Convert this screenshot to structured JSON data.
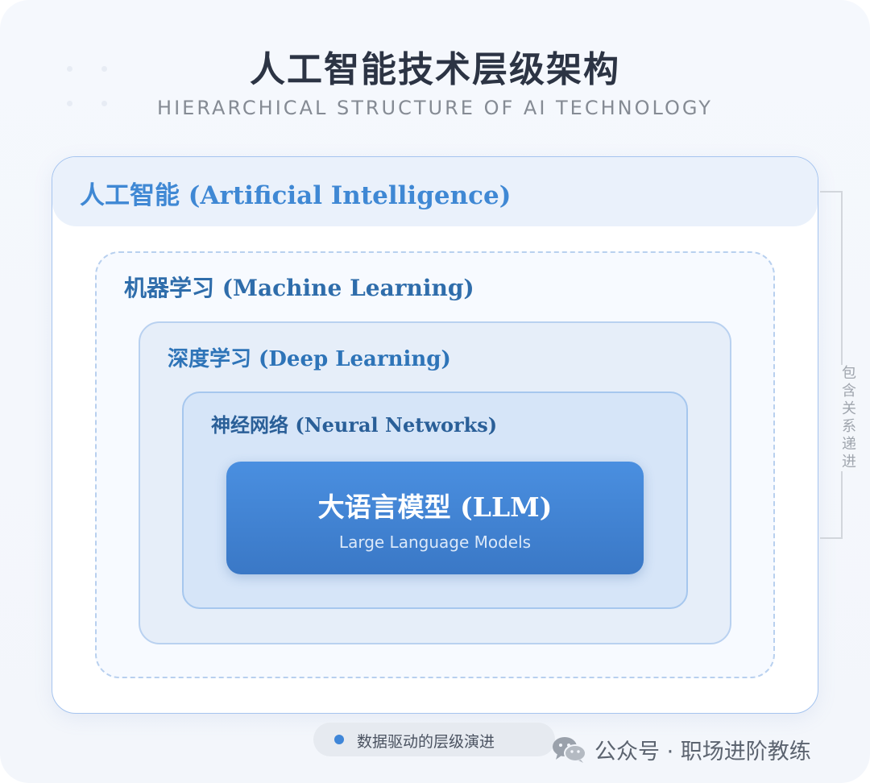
{
  "title": "人工智能技术层级架构",
  "subtitle": "HIERARCHICAL STRUCTURE OF AI TECHNOLOGY",
  "layers": {
    "ai": "人工智能 (Artificial Intelligence)",
    "ml": "机器学习 (Machine Learning)",
    "dl": "深度学习 (Deep Learning)",
    "nn": "神经网络 (Neural Networks)",
    "llm": {
      "title": "大语言模型 (LLM)",
      "subtitle": "Large Language Models"
    }
  },
  "side_label": "包含关系递进",
  "footer_badge": "数据驱动的层级演进",
  "watermark": {
    "icon": "wechat-icon",
    "text": "公众号 · 职场进阶教练"
  },
  "colors": {
    "accent": "#3f88d4",
    "llm_box": "#3a78c6"
  }
}
